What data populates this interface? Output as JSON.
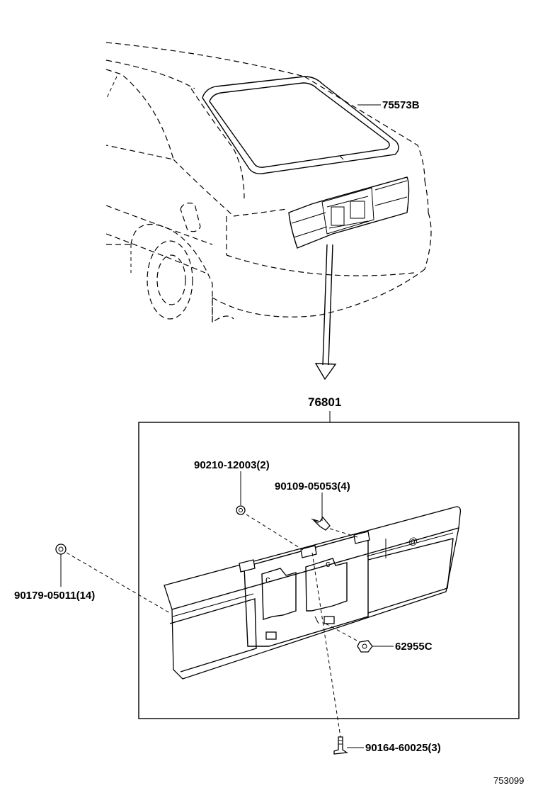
{
  "diagram_id": "753099",
  "callouts": {
    "back_window_molding": "75573B",
    "garnish_assembly": "76801",
    "nut_top": "90210-12003(2)",
    "screw_top": "90109-05053(4)",
    "clip_left": "90179-05011(14)",
    "cushion_right": "62955C",
    "screw_bottom": "90164-60025(3)"
  }
}
